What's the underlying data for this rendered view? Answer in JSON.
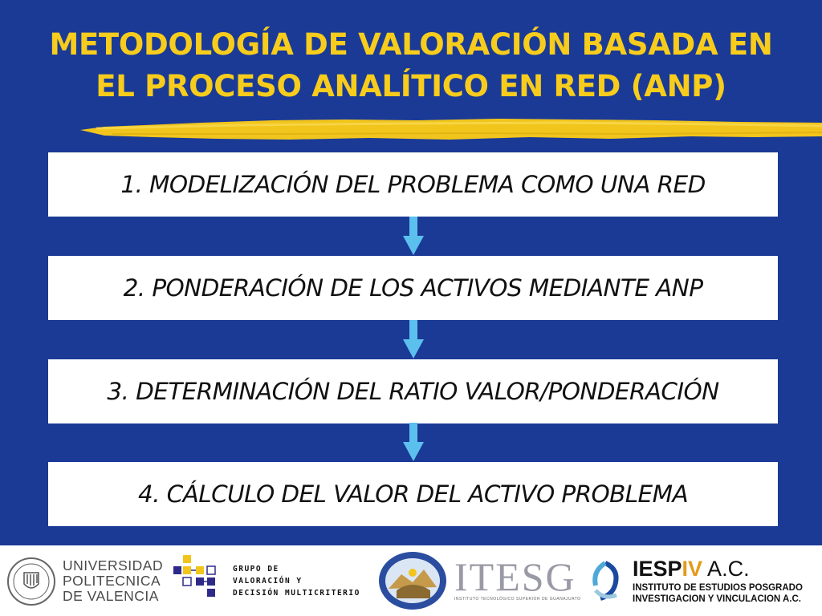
{
  "title": {
    "line1": "METODOLOGÍA DE VALORACIÓN BASADA EN",
    "line2": "EL PROCESO ANALÍTICO EN RED (ANP)"
  },
  "steps": [
    {
      "label": "1. MODELIZACIÓN DEL PROBLEMA COMO UNA RED"
    },
    {
      "label": "2. PONDERACIÓN DE LOS ACTIVOS MEDIANTE ANP"
    },
    {
      "label": "3. DETERMINACIÓN DEL RATIO VALOR/PONDERACIÓN"
    },
    {
      "label": "4. CÁLCULO DEL VALOR DEL ACTIVO PROBLEMA"
    }
  ],
  "footer": {
    "upv": {
      "line1": "UNIVERSIDAD",
      "line2": "POLITECNICA",
      "line3": "DE VALENCIA"
    },
    "grupo": {
      "line1": "GRUPO DE",
      "line2": "VALORACIÓN Y",
      "line3": "DECISIÓN MULTICRITERIO"
    },
    "itesg": {
      "name": "ITESG",
      "sub": "INSTITUTO TECNOLÓGICO SUPERIOR DE GUANAJUATO"
    },
    "iespiv": {
      "name_a": "IESP",
      "name_b": "IV",
      "name_c": " A.C.",
      "sub1": "INSTITUTO DE ESTUDIOS POSGRADO",
      "sub2": "INVESTIGACION Y VINCULACION A.C."
    }
  },
  "colors": {
    "background": "#1a3a96",
    "title": "#f7cc1c",
    "arrow": "#5cc0ee",
    "box": "#ffffff"
  },
  "icons": [
    "upv-seal-icon",
    "grupo-squares-icon",
    "itesg-seal-icon",
    "iespiv-swirl-icon",
    "down-arrow-icon"
  ]
}
